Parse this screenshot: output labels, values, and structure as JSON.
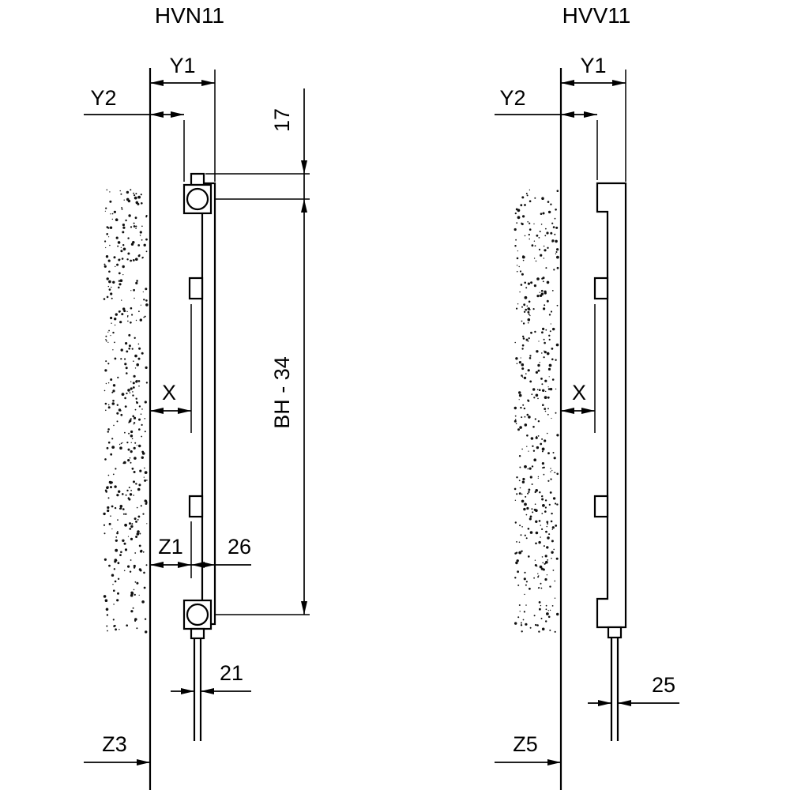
{
  "page": {
    "background": "#ffffff",
    "line_color": "#000000"
  },
  "diagram_left": {
    "title": "HVN11",
    "labels": {
      "y1": "Y1",
      "y2": "Y2",
      "top_offset": "17",
      "height": "BH - 34",
      "x": "X",
      "z1": "Z1",
      "bracket_depth": "26",
      "pipe": "21",
      "z3": "Z3"
    }
  },
  "diagram_right": {
    "title": "HVV11",
    "labels": {
      "y1": "Y1",
      "y2": "Y2",
      "x": "X",
      "pipe": "25",
      "z5": "Z5"
    }
  }
}
